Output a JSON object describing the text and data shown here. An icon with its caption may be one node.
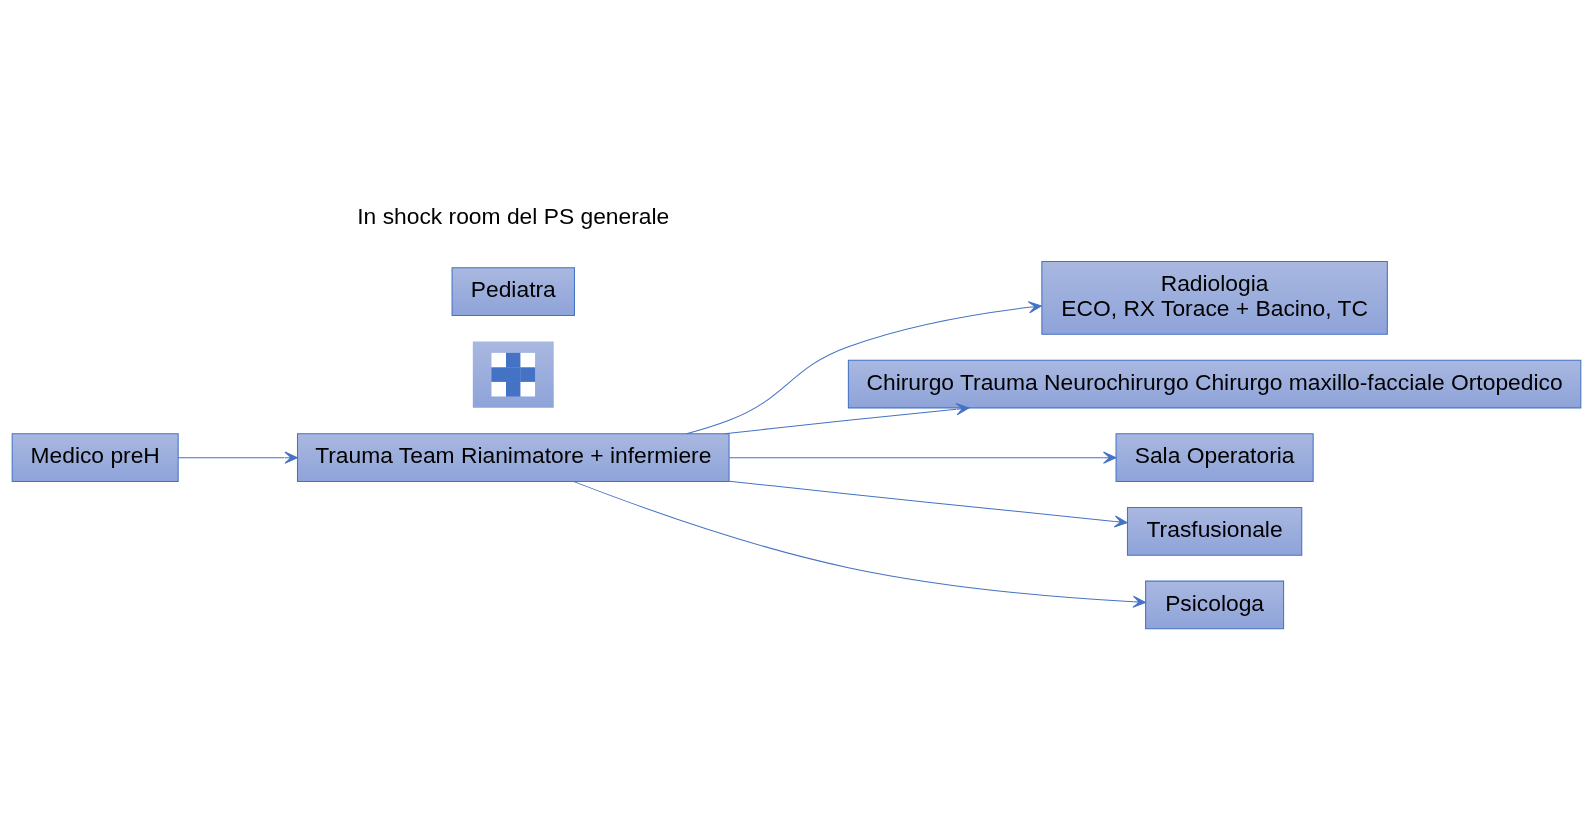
{
  "diagram": {
    "nodes": [
      {
        "text": [
          "Medico preH"
        ]
      },
      {
        "text": [
          "Trauma Team Rianimatore + infermiere"
        ]
      },
      {
        "text": [],
        "shape": "plus"
      },
      {
        "text": [
          "Pediatra"
        ]
      },
      {
        "text": [
          "Radiologia",
          "ECO, RX Torace + Bacino, TC"
        ]
      },
      {
        "text": [
          "Chirurgo Trauma Neurochirurgo Chirurgo maxillo-facciale Ortopedico"
        ]
      },
      {
        "text": [
          "Sala Operatoria"
        ]
      },
      {
        "text": [
          "Trasfusionale"
        ]
      },
      {
        "text": [
          "Psicologa"
        ]
      }
    ],
    "edges": [
      {
        "from": 0,
        "to": 1,
        "arrow": "to"
      },
      {
        "from": 1,
        "to": 4,
        "arrow": "to"
      },
      {
        "from": 1,
        "to": 5,
        "arrow": "to"
      },
      {
        "from": 1,
        "to": 6,
        "arrow": "to"
      },
      {
        "from": 1,
        "to": 7,
        "arrow": "to"
      },
      {
        "from": 1,
        "to": 8,
        "arrow": "to"
      }
    ],
    "labels": [
      "In shock room del PS generale"
    ]
  }
}
